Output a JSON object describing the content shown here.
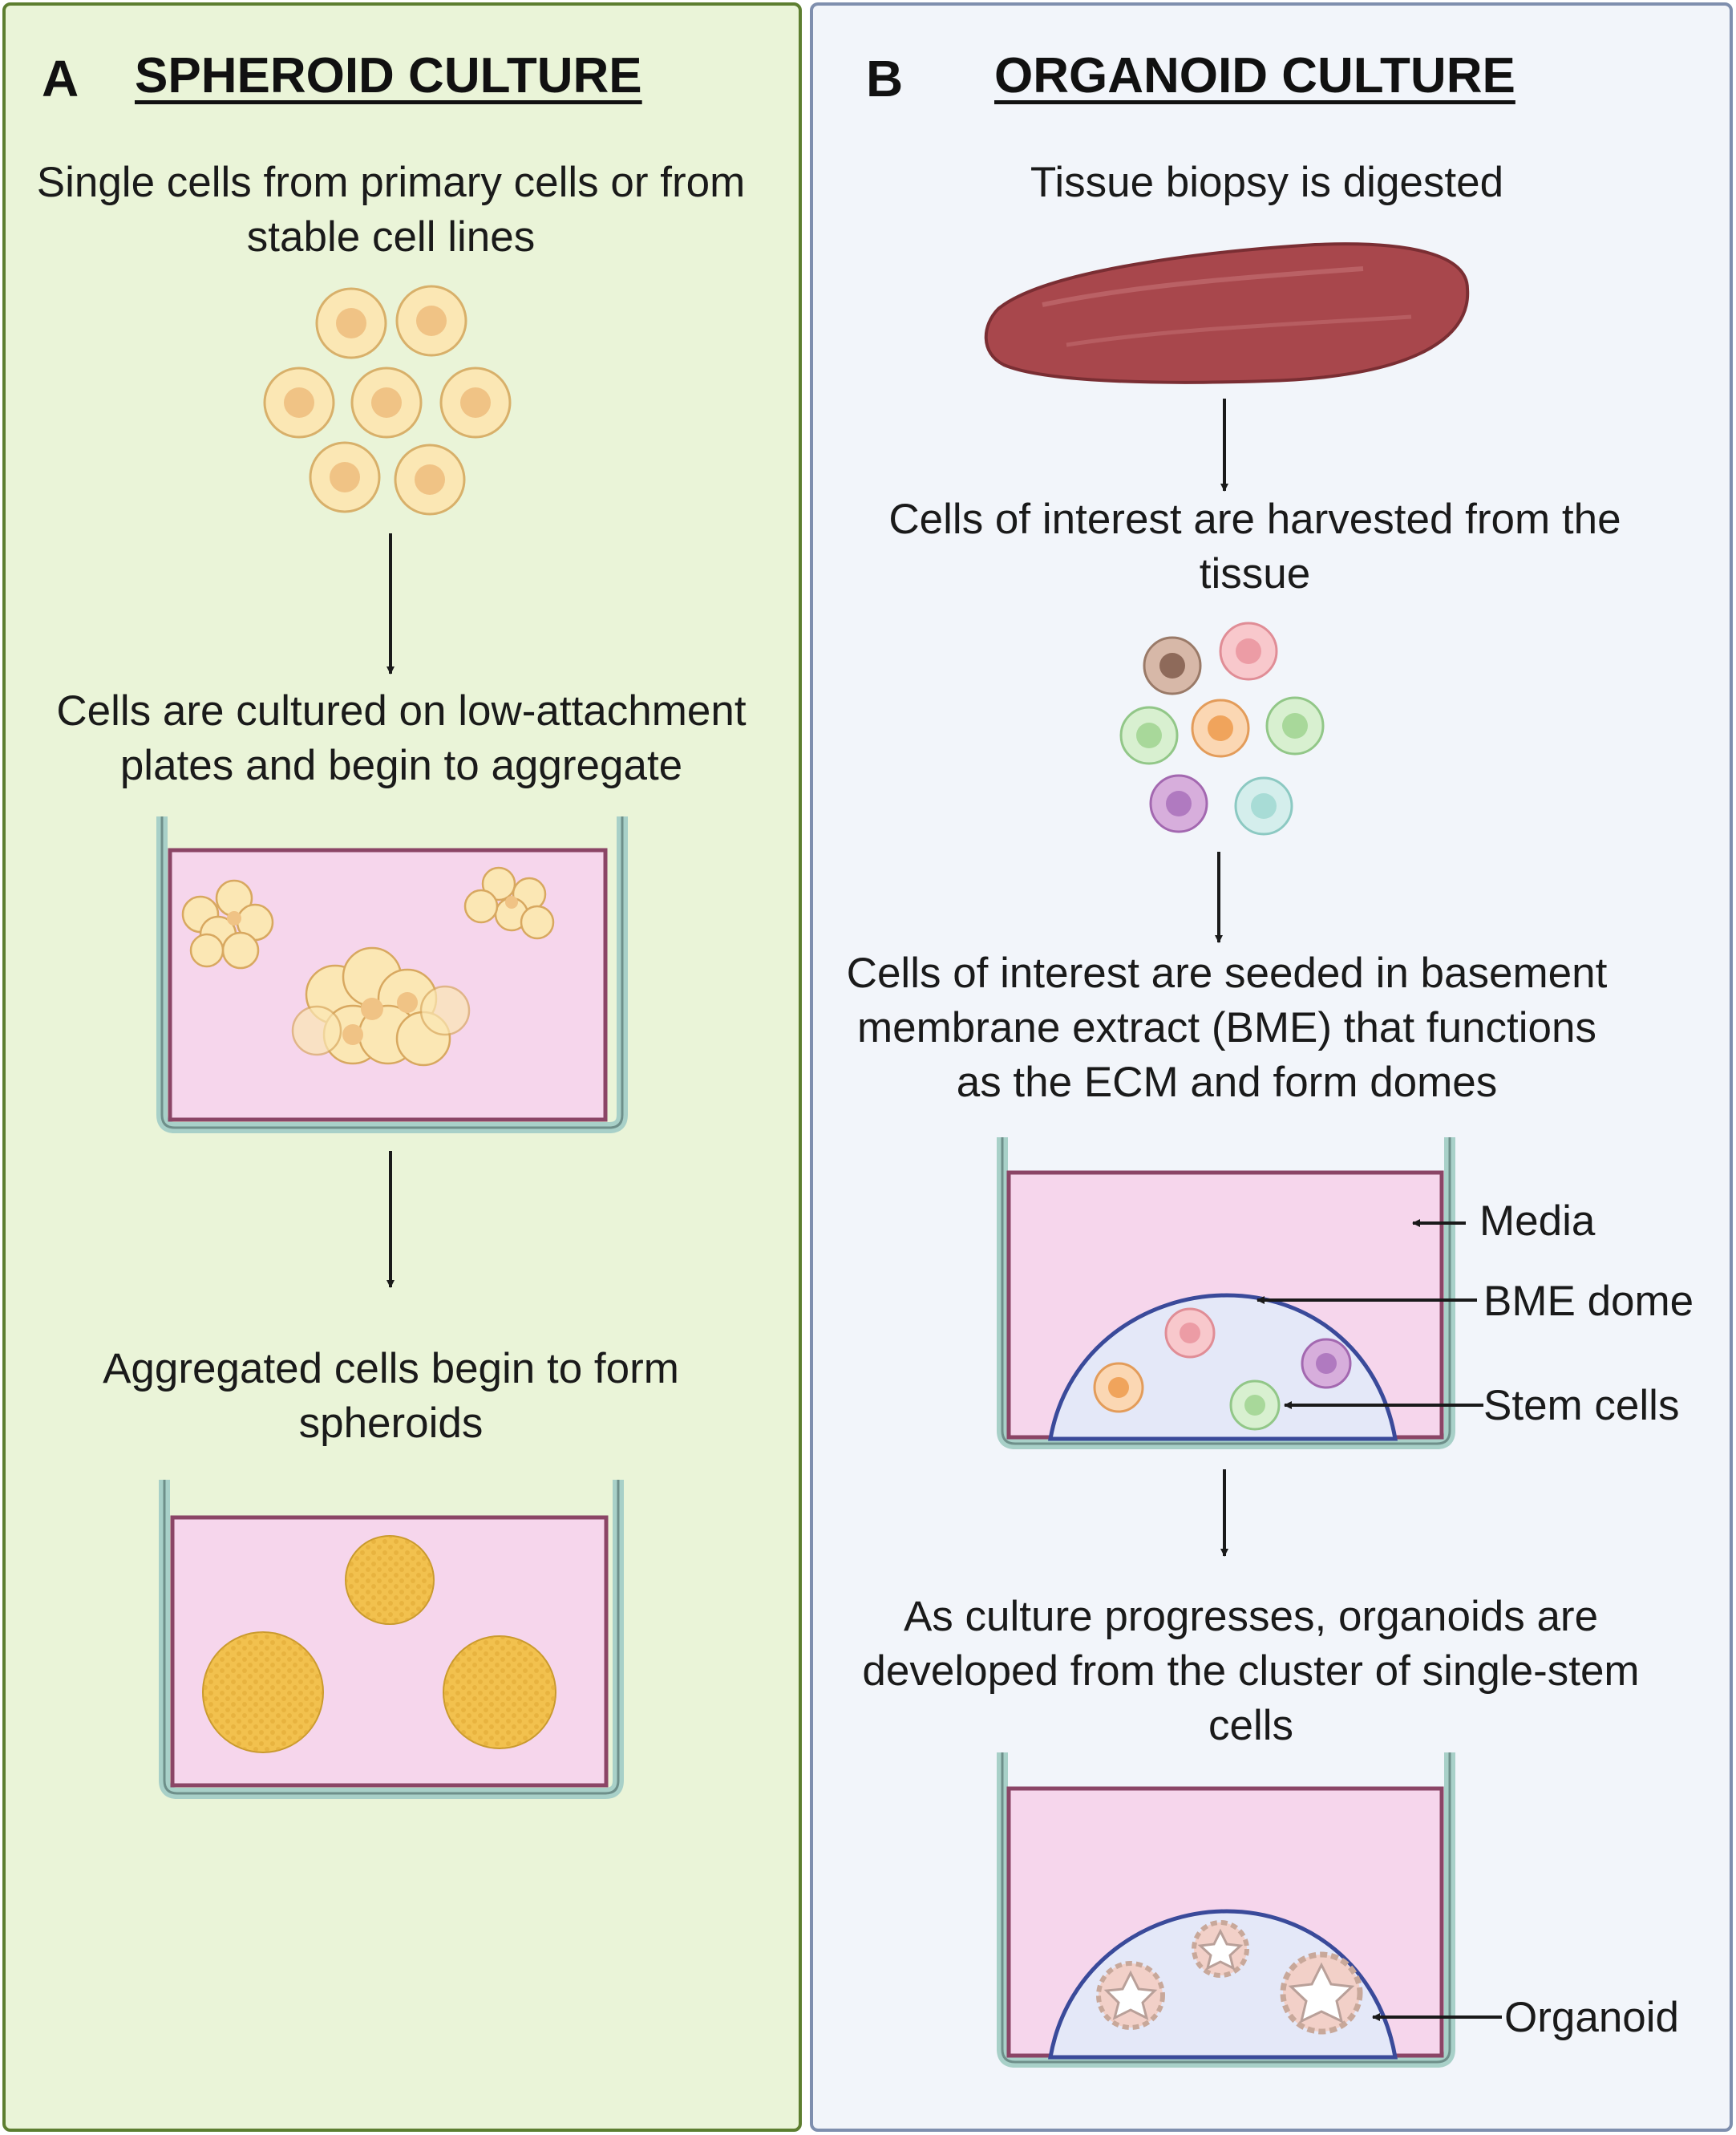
{
  "panel_a": {
    "letter": "A",
    "title": "SPHEROID CULTURE",
    "steps": [
      "Single cells from primary cells or from stable cell lines",
      "Cells are cultured on low-attachment plates and begin to aggregate",
      "Aggregated cells begin to form spheroids"
    ]
  },
  "panel_b": {
    "letter": "B",
    "title": "ORGANOID CULTURE",
    "steps": [
      "Tissue biopsy is digested",
      "Cells of interest are harvested from the tissue",
      "Cells of interest are seeded in basement membrane extract (BME) that functions as the ECM and form domes",
      "As culture progresses, organoids are developed from the cluster of single-stem cells"
    ],
    "labels": {
      "media": "Media",
      "bme_dome": "BME dome",
      "stem_cells": "Stem cells",
      "organoid": "Organoid"
    }
  },
  "colors": {
    "panel_a_bg": "#eaf4d8",
    "panel_a_border": "#5d7e30",
    "panel_b_bg": "#f2f5fa",
    "panel_b_border": "#7f8fae",
    "media_pink": "#f6d6ec",
    "dome_blue": "#e4e8f8",
    "tissue_red": "#a8474c",
    "cell_yellow": "#fbe7b4",
    "spheroid_gold": "#f2c14e"
  }
}
